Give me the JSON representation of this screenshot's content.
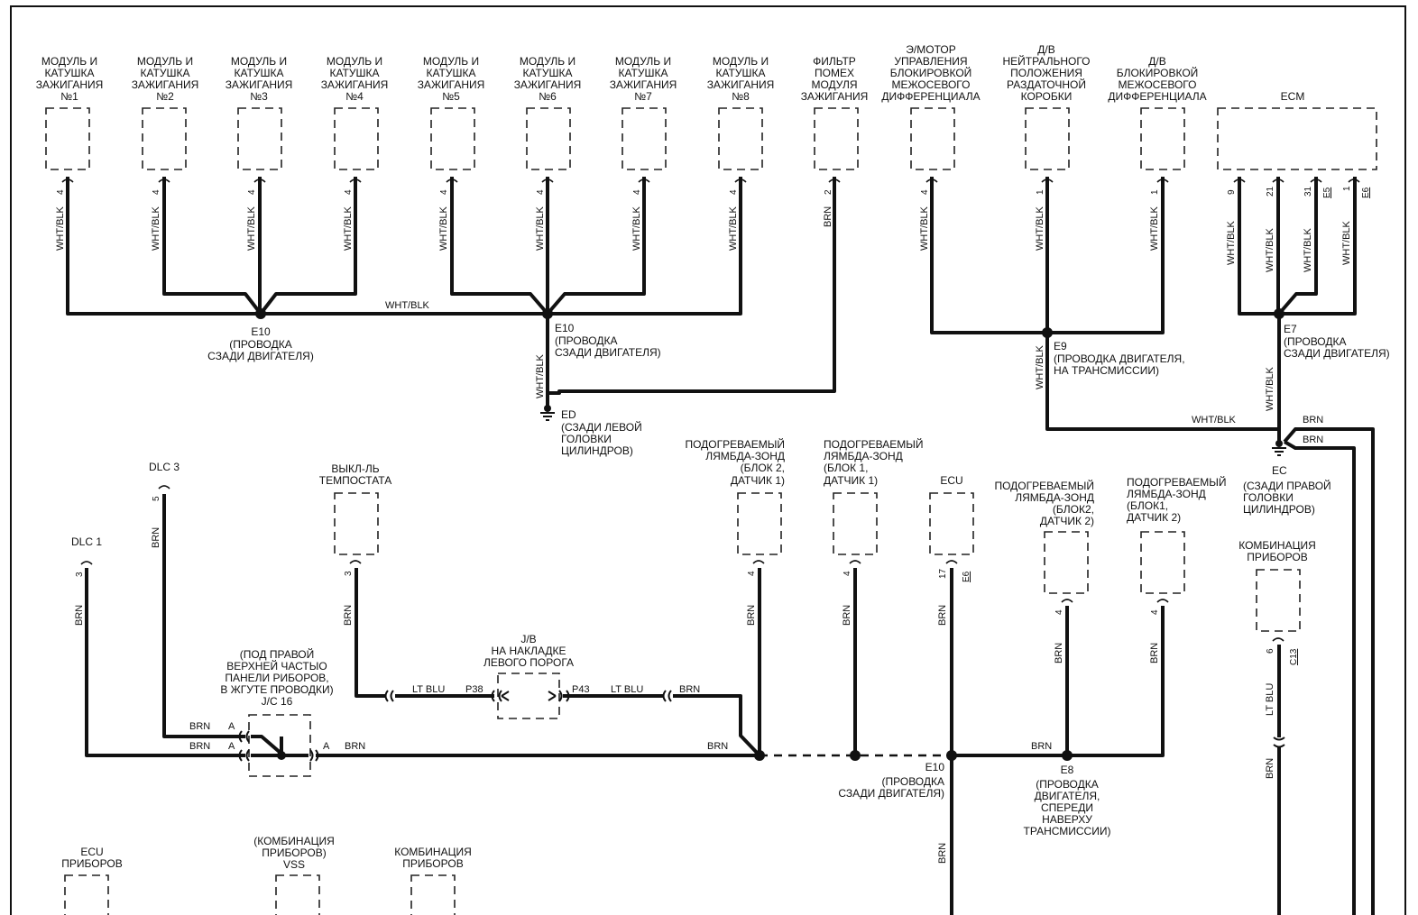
{
  "components": [
    {
      "id": "ign1",
      "lines": [
        "МОДУЛЬ И",
        "КАТУШКА",
        "ЗАЖИГАНИЯ",
        "№1"
      ],
      "pin": "4",
      "wire": "WHT/BLK"
    },
    {
      "id": "ign2",
      "lines": [
        "МОДУЛЬ И",
        "КАТУШКА",
        "ЗАЖИГАНИЯ",
        "№2"
      ],
      "pin": "4",
      "wire": "WHT/BLK"
    },
    {
      "id": "ign3",
      "lines": [
        "МОДУЛЬ И",
        "КАТУШКА",
        "ЗАЖИГАНИЯ",
        "№3"
      ],
      "pin": "4",
      "wire": "WHT/BLK"
    },
    {
      "id": "ign4",
      "lines": [
        "МОДУЛЬ И",
        "КАТУШКА",
        "ЗАЖИГАНИЯ",
        "№4"
      ],
      "pin": "4",
      "wire": "WHT/BLK"
    },
    {
      "id": "ign5",
      "lines": [
        "МОДУЛЬ И",
        "КАТУШКА",
        "ЗАЖИГАНИЯ",
        "№5"
      ],
      "pin": "4",
      "wire": "WHT/BLK"
    },
    {
      "id": "ign6",
      "lines": [
        "МОДУЛЬ И",
        "КАТУШКА",
        "ЗАЖИГАНИЯ",
        "№6"
      ],
      "pin": "4",
      "wire": "WHT/BLK"
    },
    {
      "id": "ign7",
      "lines": [
        "МОДУЛЬ И",
        "КАТУШКА",
        "ЗАЖИГАНИЯ",
        "№7"
      ],
      "pin": "4",
      "wire": "WHT/BLK"
    },
    {
      "id": "ign8",
      "lines": [
        "МОДУЛЬ И",
        "КАТУШКА",
        "ЗАЖИГАНИЯ",
        "№8"
      ],
      "pin": "4",
      "wire": "WHT/BLK"
    },
    {
      "id": "filter",
      "lines": [
        "ФИЛЬТР",
        "ПОМЕХ",
        "МОДУЛЯ",
        "ЗАЖИГАНИЯ"
      ],
      "pin": "2",
      "wire": "BRN"
    },
    {
      "id": "motor",
      "lines": [
        "Э/МОТОР",
        "УПРАВЛЕНИЯ",
        "БЛОКИРОВКОЙ",
        "МЕЖОСЕВОГО",
        "ДИФФЕРЕНЦИАЛА"
      ],
      "pin": "4",
      "wire": "WHT/BLK"
    },
    {
      "id": "neutral",
      "lines": [
        "Д/В",
        "НЕЙТРАЛЬНОГО",
        "ПОЛОЖЕНИЯ",
        "РАЗДАТОЧНОЙ",
        "КОРОБКИ"
      ],
      "pin": "1",
      "wire": "WHT/BLK"
    },
    {
      "id": "difflock",
      "lines": [
        "Д/В",
        "БЛОКИРОВКОЙ",
        "МЕЖОСЕВОГО",
        "ДИФФЕРЕНЦИАЛА"
      ],
      "pin": "1",
      "wire": "WHT/BLK"
    },
    {
      "id": "ecm",
      "lines": [
        "ECM"
      ],
      "pins": [
        "9",
        "21",
        "31",
        "1"
      ],
      "connectors": [
        "E5",
        "E6"
      ],
      "wire": "WHT/BLK"
    },
    {
      "id": "dlc3",
      "lines": [
        "DLC 3"
      ],
      "pin": "5",
      "wire": "BRN"
    },
    {
      "id": "dlc1",
      "lines": [
        "DLC 1"
      ],
      "pin": "3",
      "wire": "BRN"
    },
    {
      "id": "thermo",
      "lines": [
        "ВЫКЛ-ЛЬ",
        "ТЕМПОСТАТА"
      ],
      "pin": "3",
      "wire": "BRN"
    },
    {
      "id": "o2b2s1",
      "lines": [
        "ПОДОГРЕВАЕМЫЙ",
        "ЛЯМБДА-ЗОНД",
        "(БЛОК 2,",
        "ДАТЧИК 1)"
      ],
      "pin": "4",
      "wire": "BRN"
    },
    {
      "id": "o2b1s1",
      "lines": [
        "ПОДОГРЕВАЕМЫЙ",
        "ЛЯМБДА-ЗОНД",
        "(БЛОК 1,",
        "ДАТЧИК 1)"
      ],
      "pin": "4",
      "wire": "BRN"
    },
    {
      "id": "ecu",
      "lines": [
        "ECU"
      ],
      "pin": "17",
      "connector": "E6",
      "wire": "BRN"
    },
    {
      "id": "o2b2s2",
      "lines": [
        "ПОДОГРЕВАЕМЫЙ",
        "ЛЯМБДА-ЗОНД",
        "(БЛОК2,",
        "ДАТЧИК 2)"
      ],
      "pin": "4",
      "wire": "BRN"
    },
    {
      "id": "o2b1s2",
      "lines": [
        "ПОДОГРЕВАЕМЫЙ",
        "ЛЯМБДА-ЗОНД",
        "(БЛОК1,",
        "ДАТЧИК 2)"
      ],
      "pin": "4",
      "wire": "BRN"
    },
    {
      "id": "cluster",
      "lines": [
        "КОМБИНАЦИЯ",
        "ПРИБОРОВ"
      ],
      "pin": "6",
      "connector": "C13",
      "wire": "LT BLU"
    },
    {
      "id": "ecu_inst",
      "lines": [
        "ECU",
        "ПРИБОРОВ"
      ]
    },
    {
      "id": "vss",
      "lines": [
        "(КОМБИНАЦИЯ",
        "ПРИБОРОВ)",
        "VSS"
      ]
    },
    {
      "id": "cluster2",
      "lines": [
        "КОМБИНАЦИЯ",
        "ПРИБОРОВ"
      ]
    }
  ],
  "splices": [
    {
      "id": "e10a",
      "lines": [
        "E10",
        "(ПРОВОДКА",
        "СЗАДИ ДВИГАТЕЛЯ)"
      ]
    },
    {
      "id": "e10b",
      "lines": [
        "E10",
        "(ПРОВОДКА",
        "СЗАДИ ДВИГАТЕЛЯ)"
      ]
    },
    {
      "id": "e9",
      "lines": [
        "E9",
        "(ПРОВОДКА ДВИГАТЕЛЯ,",
        "НА ТРАНСМИССИИ)"
      ]
    },
    {
      "id": "e7",
      "lines": [
        "E7",
        "(ПРОВОДКА",
        "СЗАДИ ДВИГАТЕЛЯ)"
      ]
    },
    {
      "id": "e10c",
      "lines": [
        "E10",
        "(ПРОВОДКА",
        "СЗАДИ ДВИГАТЕЛЯ)"
      ]
    },
    {
      "id": "e8",
      "lines": [
        "E8",
        "(ПРОВОДКА",
        "ДВИГАТЕЛЯ,",
        "СПЕРЕДИ",
        "НАВЕРХУ",
        "ТРАНСМИССИИ)"
      ]
    }
  ],
  "grounds": [
    {
      "id": "ed",
      "lines": [
        "ED",
        "(СЗАДИ ЛЕВОЙ",
        "ГОЛОВКИ",
        "ЦИЛИНДРОВ)"
      ]
    },
    {
      "id": "ec",
      "lines": [
        "EC",
        "(СЗАДИ ПРАВОЙ",
        "ГОЛОВКИ",
        "ЦИЛИНДРОВ)"
      ]
    }
  ],
  "jb": {
    "lines": [
      "J/B",
      "НА НАКЛАДКЕ",
      "ЛЕВОГО ПОРОГА"
    ],
    "pin_in": "P38",
    "pin_out": "P43"
  },
  "jc16": {
    "lines": [
      "(ПОД ПРАВОЙ",
      "ВЕРХНЕЙ ЧАСТЫО",
      "ПАНЕЛИ РИБОРОВ,",
      "В ЖГУТЕ ПРОВОДКИ)",
      "J/C 16"
    ],
    "pin": "A"
  },
  "wire_labels": {
    "wht_blk": "WHT/BLK",
    "brn": "BRN",
    "lt_blu": "LT BLU"
  }
}
